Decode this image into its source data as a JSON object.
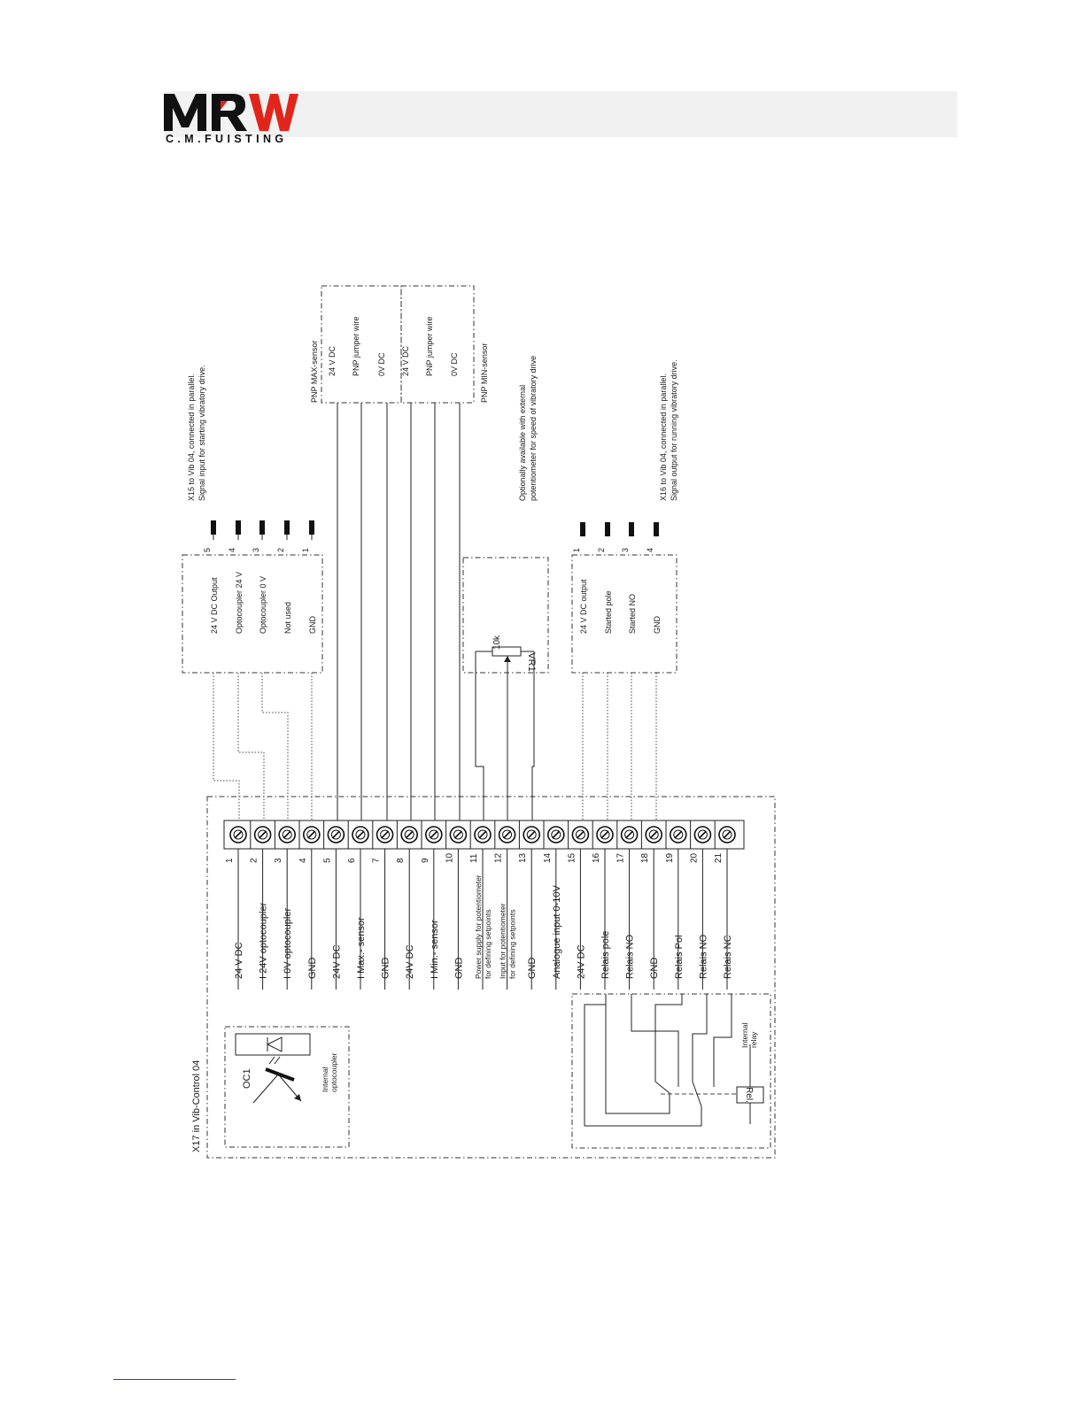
{
  "header": {
    "logo_main": "MRW",
    "logo_sub": "C.M.FUISTING",
    "colors": {
      "logo": "#111111",
      "logo_accent": "#e0251b",
      "band": "#f1f1f1"
    }
  },
  "diagram": {
    "main_title": "X17 in Vib-Control 04",
    "x15_note": [
      "X15 to Vib 04, connected in parallel.",
      "Signal input for starting vibratory drive."
    ],
    "x16_note": [
      "X16 to Vib 04, connected in parallel.",
      "Signal output for running vibratory drive."
    ],
    "pot_note": [
      "Optionally available with external",
      "potentiometer for speed of vibratory drive"
    ],
    "sensor_max": {
      "title": "PNP MAX-sensor",
      "labels": [
        "24 V DC",
        "PNP jumper wire",
        "0V DC"
      ]
    },
    "sensor_min": {
      "title": "PNP MIN-sensor",
      "labels": [
        "24 V DC",
        "PNP jumper wire",
        "0V DC"
      ]
    },
    "x15_pins": [
      {
        "num": "5",
        "label": "24 V DC Output"
      },
      {
        "num": "4",
        "label": "Optocoupler 24 V"
      },
      {
        "num": "3",
        "label": "Optocoupler 0 V"
      },
      {
        "num": "2",
        "label": "Not used"
      },
      {
        "num": "1",
        "label": "GND"
      }
    ],
    "x16_pins": [
      {
        "num": "1",
        "label": "24 V DC output"
      },
      {
        "num": "2",
        "label": "Started pole"
      },
      {
        "num": "3",
        "label": "Started NO"
      },
      {
        "num": "4",
        "label": "GND"
      }
    ],
    "potentiometer": {
      "name": "VR1",
      "value": "10k"
    },
    "optocoupler": {
      "name": "OC1",
      "caption": [
        "Internal",
        "optocoupler"
      ]
    },
    "relay": {
      "name": "Rel.",
      "caption": [
        "Internal",
        "relay"
      ]
    },
    "terminals": [
      {
        "num": "1",
        "label": [
          "24 V DC"
        ]
      },
      {
        "num": "2",
        "label": [
          "I 24V optocoupler"
        ]
      },
      {
        "num": "3",
        "label": [
          "I 0V optocoupler"
        ]
      },
      {
        "num": "4",
        "label": [
          "GND"
        ]
      },
      {
        "num": "5",
        "label": [
          "24V DC"
        ]
      },
      {
        "num": "6",
        "label": [
          "I Max.- sensor"
        ]
      },
      {
        "num": "7",
        "label": [
          "GND"
        ]
      },
      {
        "num": "8",
        "label": [
          "24V DC"
        ]
      },
      {
        "num": "9",
        "label": [
          "I Min.- sensor"
        ]
      },
      {
        "num": "10",
        "label": [
          "GND"
        ]
      },
      {
        "num": "11",
        "label": [
          "Power supply for potentiometer",
          "for defining setpoints"
        ]
      },
      {
        "num": "12",
        "label": [
          "Input for potentiometer",
          "for defining setpoints"
        ]
      },
      {
        "num": "13",
        "label": [
          "GND"
        ]
      },
      {
        "num": "14",
        "label": [
          "Analogue input 0-10V"
        ]
      },
      {
        "num": "15",
        "label": [
          "24V DC"
        ]
      },
      {
        "num": "16",
        "label": [
          "Relais pole"
        ]
      },
      {
        "num": "17",
        "label": [
          "Relais NO"
        ]
      },
      {
        "num": "18",
        "label": [
          "GND"
        ]
      },
      {
        "num": "19",
        "label": [
          "Relais Pol"
        ]
      },
      {
        "num": "20",
        "label": [
          "Relais NO"
        ]
      },
      {
        "num": "21",
        "label": [
          "Relais NC"
        ]
      }
    ]
  }
}
